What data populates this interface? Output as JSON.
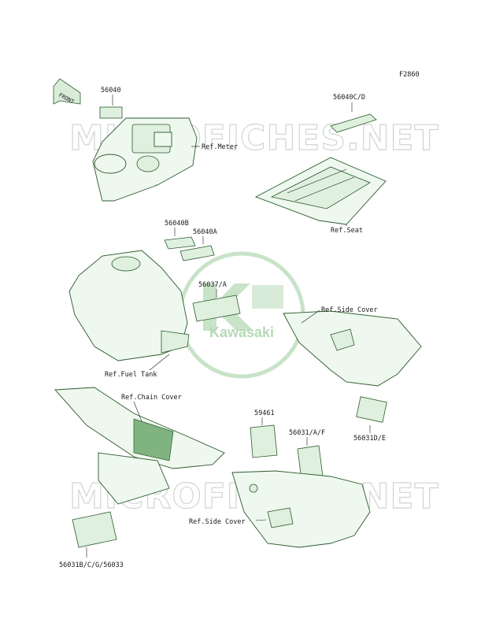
{
  "figure_code": "F2860",
  "front_marker": "FRONT",
  "watermark_text": "MICROFICHES.NET",
  "logo_text": "Kawasaki",
  "colors": {
    "part_fill": "#eef8ee",
    "part_stroke": "#2d5a2d",
    "logo_green": "#2e8b3a",
    "watermark": "#cfd6cf"
  },
  "labels": {
    "p56040": "56040",
    "p56040cd": "56040C/D",
    "ref_meter": "Ref.Meter",
    "ref_seat": "Ref.Seat",
    "p56040b": "56040B",
    "p56040a": "56040A",
    "p56037a": "56037/A",
    "ref_side_cover_upper": "Ref.Side Cover",
    "ref_fuel_tank": "Ref.Fuel Tank",
    "ref_chain_cover": "Ref.Chain Cover",
    "p59461": "59461",
    "p56031af": "56031/A/F",
    "p56031de": "56031D/E",
    "ref_side_cover_lower": "Ref.Side Cover",
    "p56031bcg": "56031B/C/G/56033"
  }
}
